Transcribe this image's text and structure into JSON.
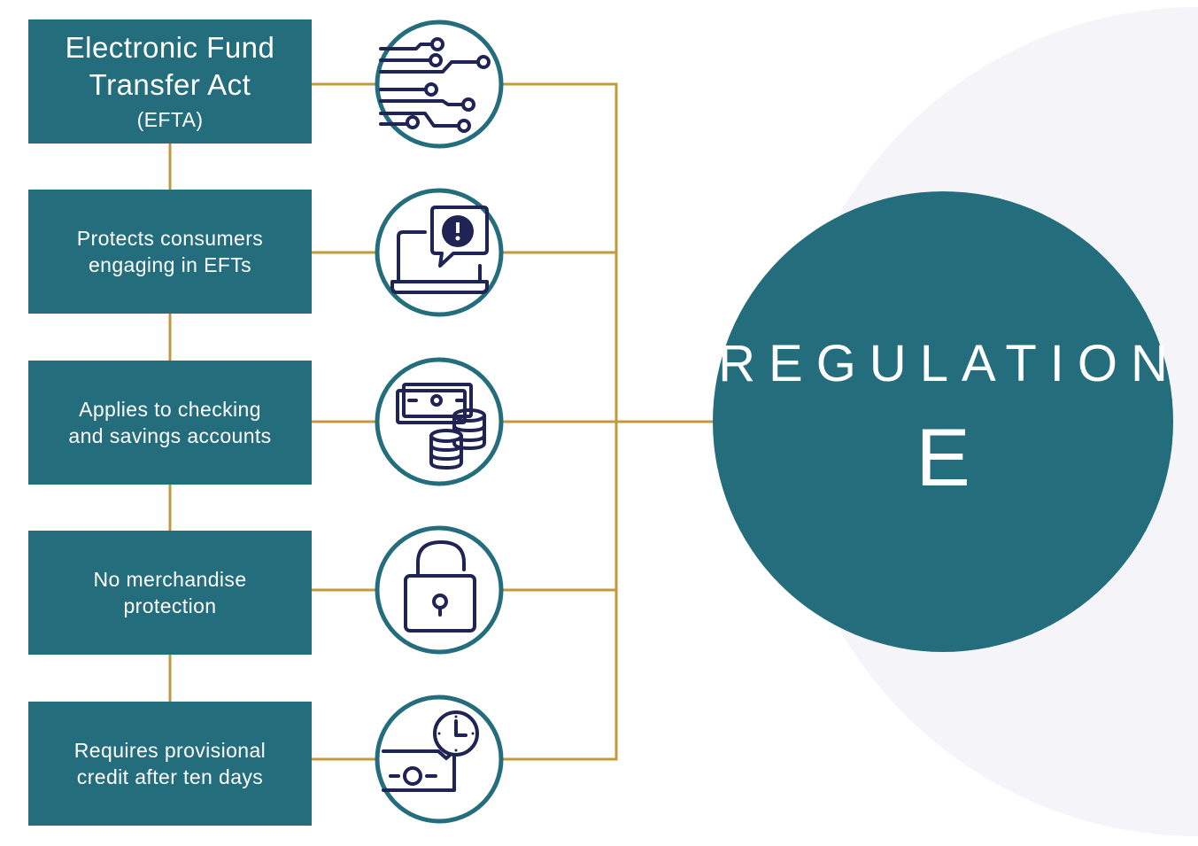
{
  "boxes": [
    {
      "title_lines": [
        "Electronic Fund",
        "Transfer Act"
      ],
      "subtitle": "(EFTA)"
    },
    {
      "lines": [
        "Protects consumers",
        "engaging in EFTs"
      ]
    },
    {
      "lines": [
        "Applies to checking",
        "and savings accounts"
      ]
    },
    {
      "lines": [
        "No merchandise",
        "protection"
      ]
    },
    {
      "lines": [
        "Requires provisional",
        "credit after ten days"
      ]
    }
  ],
  "icons": [
    "circuit-icon",
    "laptop-alert-icon",
    "money-coins-icon",
    "padlock-icon",
    "money-clock-icon"
  ],
  "regulation": {
    "word": "REGULATION",
    "letter": "E"
  },
  "colors": {
    "teal": "#236d7d",
    "navy": "#1f2454",
    "gold": "#c19a3b",
    "backdrop": "#f4f4f9",
    "text": "#ffffff"
  }
}
